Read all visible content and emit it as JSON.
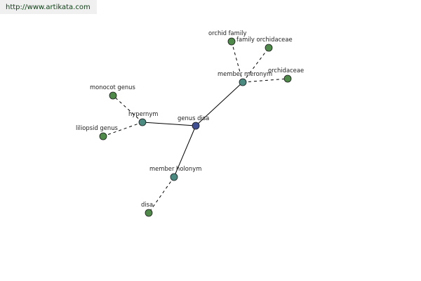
{
  "watermark": {
    "url": "http://www.artikata.com"
  },
  "colors": {
    "background": "#ffffff",
    "watermark_background": "#f0f0f0",
    "watermark_text": "#0a3f12",
    "edge": "#000000",
    "label_text": "#222222",
    "center_node": "#3f4f91",
    "relation_node": "#4a8a80",
    "leaf_node": "#4f8a4a"
  },
  "graph": {
    "center": {
      "id": "genus_disa",
      "label": "genus disa",
      "kind": "center"
    },
    "relations": [
      {
        "id": "hypernym",
        "label": "hypernym",
        "kind": "relation"
      },
      {
        "id": "member_meronym",
        "label": "member meronym",
        "kind": "relation"
      },
      {
        "id": "member_holonym",
        "label": "member holonym",
        "kind": "relation"
      }
    ],
    "terms": [
      {
        "id": "monocot_genus",
        "label": "monocot genus",
        "kind": "leaf",
        "relation": "hypernym"
      },
      {
        "id": "liliopsid_genus",
        "label": "liliopsid genus",
        "kind": "leaf",
        "relation": "hypernym"
      },
      {
        "id": "orchid_family",
        "label": "orchid family",
        "kind": "leaf",
        "relation": "member_meronym"
      },
      {
        "id": "family_orchidaceae",
        "label": "family orchidaceae",
        "kind": "leaf",
        "relation": "member_meronym"
      },
      {
        "id": "orchidaceae",
        "label": "orchidaceae",
        "kind": "leaf",
        "relation": "member_meronym"
      },
      {
        "id": "disa",
        "label": "disa",
        "kind": "leaf",
        "relation": "member_holonym"
      }
    ]
  }
}
